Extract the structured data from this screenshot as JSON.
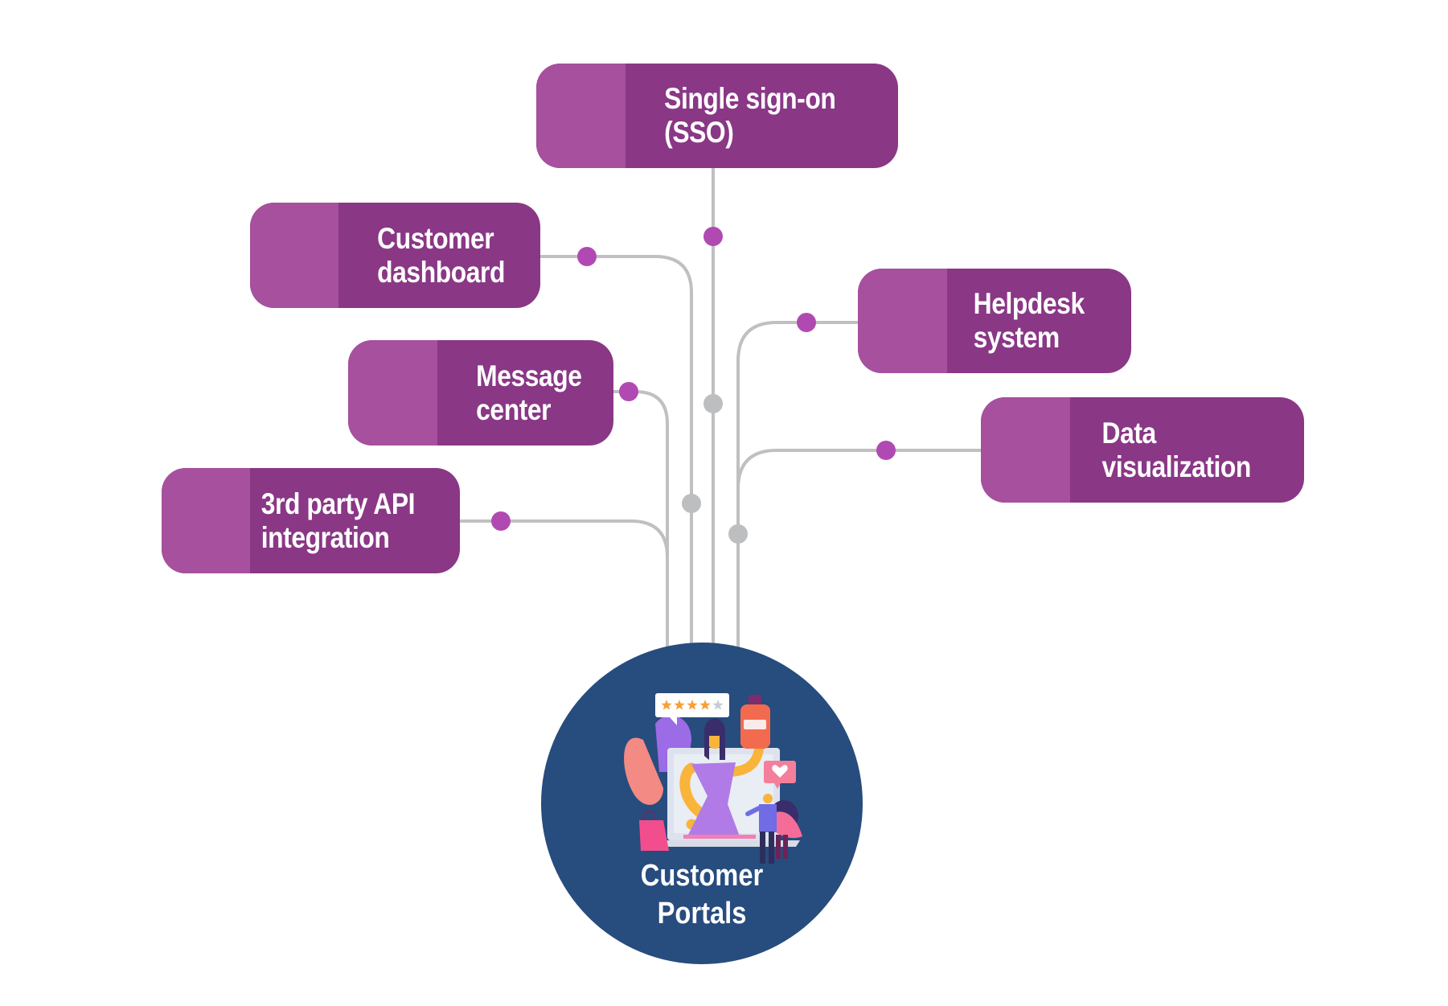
{
  "colors": {
    "node_icon_bg": "#A6509E",
    "node_text_bg": "#8A3786",
    "connector_line": "#C0C0C2",
    "node_dot": "#B04AB2",
    "junction_dot": "#BDBEC0",
    "hub_bg": "#274C7E",
    "text": "#FFFFFF"
  },
  "hub": {
    "title_line1": "Customer",
    "title_line2": "Portals",
    "illustration": "customer-portal-illustration",
    "rating_stars_filled": 4,
    "rating_stars_total": 5
  },
  "nodes": [
    {
      "id": "sso",
      "line1": "Single sign-on",
      "line2": "(SSO)",
      "icon": "cloud-key-icon"
    },
    {
      "id": "dashboard",
      "line1": "Customer",
      "line2": "dashboard",
      "icon": "speedometer-icon"
    },
    {
      "id": "message",
      "line1": "Message",
      "line2": "center",
      "icon": "send-message-icon"
    },
    {
      "id": "api",
      "line1": "3rd party API",
      "line2": "integration",
      "icon": "network-icon"
    },
    {
      "id": "helpdesk",
      "line1": "Helpdesk",
      "line2": "system",
      "icon": "info-icon"
    },
    {
      "id": "dataviz",
      "line1": "Data",
      "line2": "visualization",
      "icon": "chart-eye-icon"
    }
  ]
}
